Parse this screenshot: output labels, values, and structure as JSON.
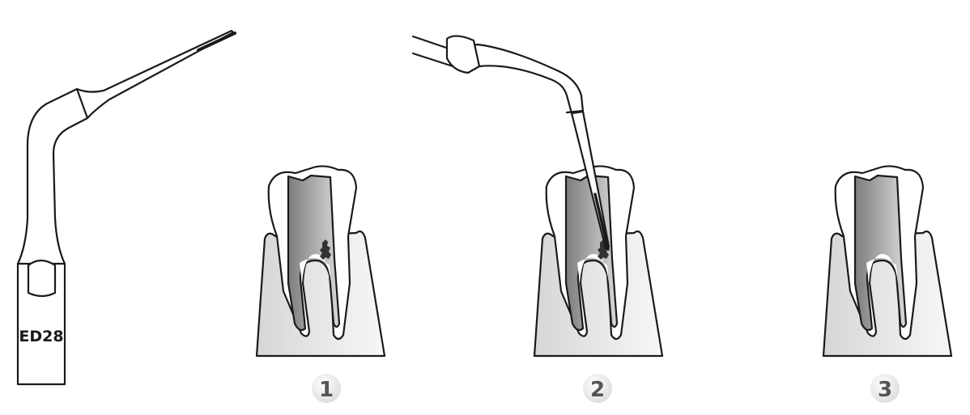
{
  "instrument": {
    "code": "ED28"
  },
  "steps": [
    {
      "number": "1"
    },
    {
      "number": "2"
    },
    {
      "number": "3"
    }
  ],
  "colors": {
    "outline": "#1a1a1a",
    "pulp": "#8a8a8a",
    "bone": "#e4e4e4",
    "badge": "#ececec",
    "badge_text": "#555555"
  }
}
